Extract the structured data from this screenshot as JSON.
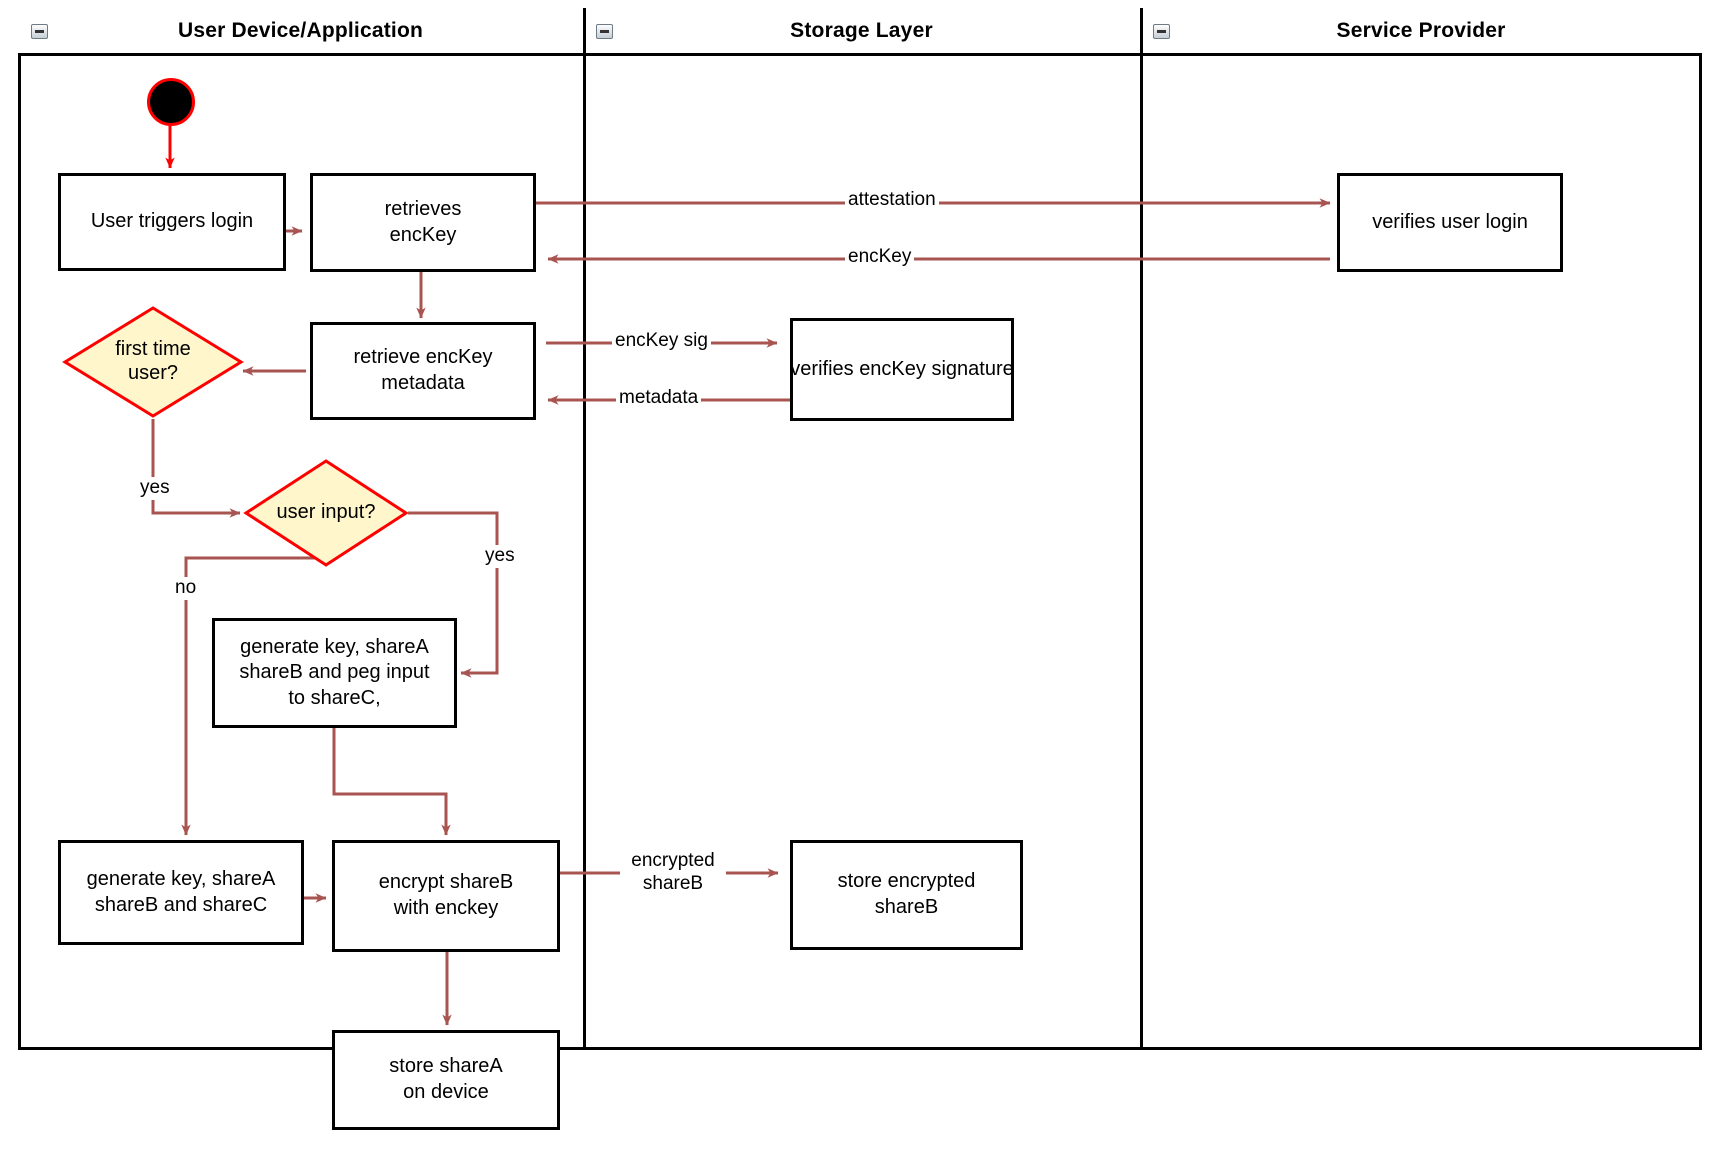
{
  "diagram": {
    "type": "uml-activity-swimlane",
    "title_present": false,
    "colors": {
      "arrow": "#a85450",
      "decision_fill": "#fff6cc",
      "decision_stroke": "#ff0000",
      "node_stroke": "#000000",
      "start_fill": "#000000",
      "start_stroke": "#ff0000",
      "lane_border": "#000000",
      "background": "#ffffff"
    }
  },
  "lanes": [
    {
      "id": "lane-user-device",
      "label": "User Device/Application",
      "collapse_icon": "minus-icon"
    },
    {
      "id": "lane-storage",
      "label": "Storage Layer",
      "collapse_icon": "minus-icon"
    },
    {
      "id": "lane-service-provider",
      "label": "Service Provider",
      "collapse_icon": "minus-icon"
    }
  ],
  "nodes": [
    {
      "id": "start",
      "kind": "initial-node",
      "label": ""
    },
    {
      "id": "user-triggers-login",
      "kind": "activity",
      "label": "User triggers login"
    },
    {
      "id": "retrieves-enckey",
      "kind": "activity",
      "label": "retrieves\nencKey"
    },
    {
      "id": "verifies-user-login",
      "kind": "activity",
      "label": "verifies user login"
    },
    {
      "id": "retrieve-enckey-metadata",
      "kind": "activity",
      "label": "retrieve encKey\nmetadata"
    },
    {
      "id": "verifies-enckey-signature",
      "kind": "activity",
      "label": "verifies encKey signature"
    },
    {
      "id": "first-time-user",
      "kind": "decision",
      "label": "first time\nuser?"
    },
    {
      "id": "user-input",
      "kind": "decision",
      "label": "user input?"
    },
    {
      "id": "generate-peg-input",
      "kind": "activity",
      "label": "generate key, shareA\nshareB and peg input\nto shareC,"
    },
    {
      "id": "generate-shares",
      "kind": "activity",
      "label": "generate key, shareA\nshareB and shareC"
    },
    {
      "id": "encrypt-shareb",
      "kind": "activity",
      "label": "encrypt shareB\nwith enckey"
    },
    {
      "id": "store-encrypted-shareb",
      "kind": "activity",
      "label": "store encrypted\nshareB"
    },
    {
      "id": "store-sharea-on-device",
      "kind": "activity",
      "label": "store shareA\non device"
    }
  ],
  "edge_labels": [
    {
      "id": "edge-attestation",
      "label": "attestation"
    },
    {
      "id": "edge-enckey",
      "label": "encKey"
    },
    {
      "id": "edge-enckey-sig",
      "label": "encKey sig"
    },
    {
      "id": "edge-metadata",
      "label": "metadata"
    },
    {
      "id": "edge-first-time-yes",
      "label": "yes"
    },
    {
      "id": "edge-user-input-yes",
      "label": "yes"
    },
    {
      "id": "edge-user-input-no",
      "label": "no"
    },
    {
      "id": "edge-encrypted-shareb",
      "label": "encrypted\nshareB"
    }
  ]
}
